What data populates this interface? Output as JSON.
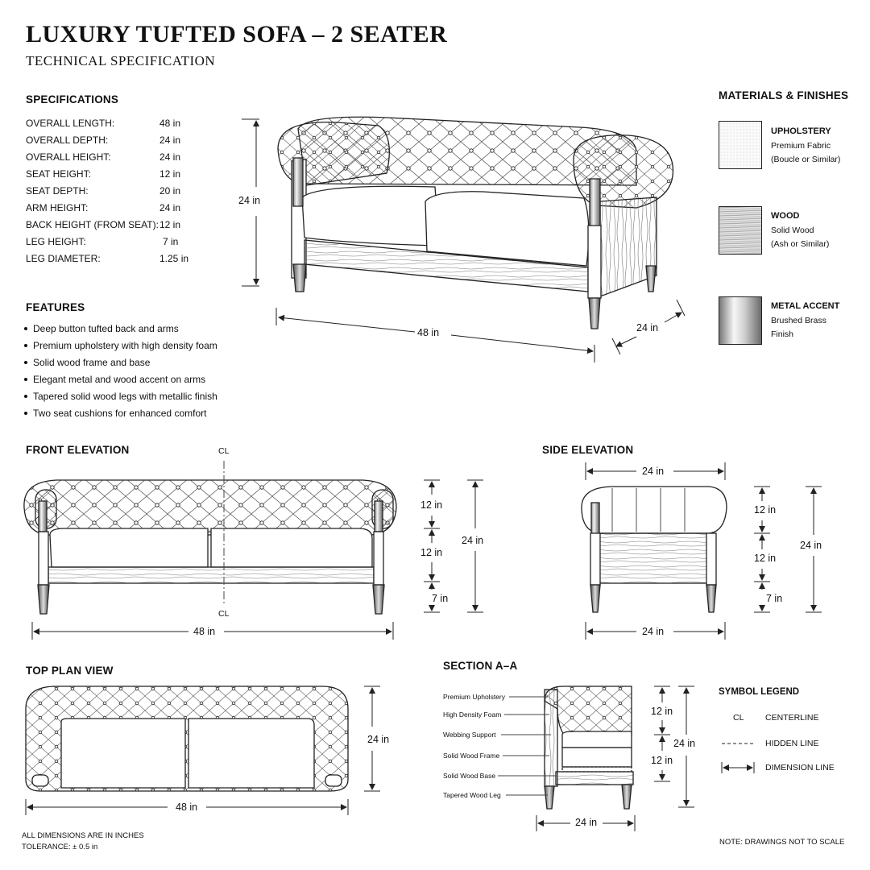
{
  "header": {
    "title": "LUXURY TUFTED SOFA – 2 SEATER",
    "subtitle": "TECHNICAL SPECIFICATION"
  },
  "specifications": {
    "heading": "SPECIFICATIONS",
    "rows": [
      {
        "label": "OVERALL LENGTH:",
        "value": "48 in"
      },
      {
        "label": "OVERALL DEPTH:",
        "value": "24 in"
      },
      {
        "label": "OVERALL HEIGHT:",
        "value": "24 in"
      },
      {
        "label": "SEAT HEIGHT:",
        "value": "12 in"
      },
      {
        "label": "SEAT DEPTH:",
        "value": "20 in"
      },
      {
        "label": "ARM HEIGHT:",
        "value": "24 in"
      },
      {
        "label": "BACK HEIGHT (FROM SEAT):",
        "value": "12 in"
      },
      {
        "label": "LEG HEIGHT:",
        "value": "7 in"
      },
      {
        "label": "LEG DIAMETER:",
        "value": "1.25 in"
      }
    ]
  },
  "features": {
    "heading": "FEATURES",
    "items": [
      "Deep button tufted back and arms",
      "Premium upholstery with high density foam",
      "Solid wood frame and base",
      "Elegant metal and wood accent on arms",
      "Tapered solid wood legs with metallic finish",
      "Two seat cushions for enhanced comfort"
    ]
  },
  "materials": {
    "heading": "MATERIALS & FINISHES",
    "items": [
      {
        "name": "UPHOLSTERY",
        "line1": "Premium Fabric",
        "line2": "(Boucle or Similar)",
        "texture": "fabric"
      },
      {
        "name": "WOOD",
        "line1": "Solid Wood",
        "line2": "(Ash or Similar)",
        "texture": "wood-grain"
      },
      {
        "name": "METAL ACCENT",
        "line1": "Brushed Brass",
        "line2": "Finish",
        "texture": "brushed-metal"
      }
    ]
  },
  "perspective": {
    "height_dim": "24 in",
    "length_dim": "48 in",
    "depth_dim": "24 in"
  },
  "front_elevation": {
    "heading": "FRONT ELEVATION",
    "centerline_top": "CL",
    "centerline_bottom": "CL",
    "dim_back": "12 in",
    "dim_seat": "12 in",
    "dim_leg": "7 in",
    "dim_total_height": "24 in",
    "dim_length": "48 in"
  },
  "side_elevation": {
    "heading": "SIDE ELEVATION",
    "dim_top_depth": "24 in",
    "dim_back": "12 in",
    "dim_seat": "12 in",
    "dim_leg": "7 in",
    "dim_total_height": "24 in",
    "dim_bottom_depth": "24 in"
  },
  "top_plan": {
    "heading": "TOP PLAN VIEW",
    "dim_depth": "24 in",
    "dim_length": "48 in"
  },
  "section": {
    "heading": "SECTION A–A",
    "labels": [
      "Premium Upholstery",
      "High Density Foam",
      "Webbing Support",
      "Solid Wood Frame",
      "Solid Wood Base",
      "Tapered Wood Leg"
    ],
    "dim_back": "12 in",
    "dim_seat": "12 in",
    "dim_total_height": "24 in",
    "dim_depth": "24 in"
  },
  "legend": {
    "heading": "SYMBOL LEGEND",
    "centerline_symbol": "CL",
    "centerline_label": "CENTERLINE",
    "hidden_label": "HIDDEN LINE",
    "dimension_label": "DIMENSION LINE"
  },
  "footer": {
    "note_dims": "ALL DIMENSIONS ARE IN INCHES",
    "tolerance": "TOLERANCE:  ± 0.5 in",
    "scale_note": "NOTE:  DRAWINGS NOT TO SCALE"
  }
}
